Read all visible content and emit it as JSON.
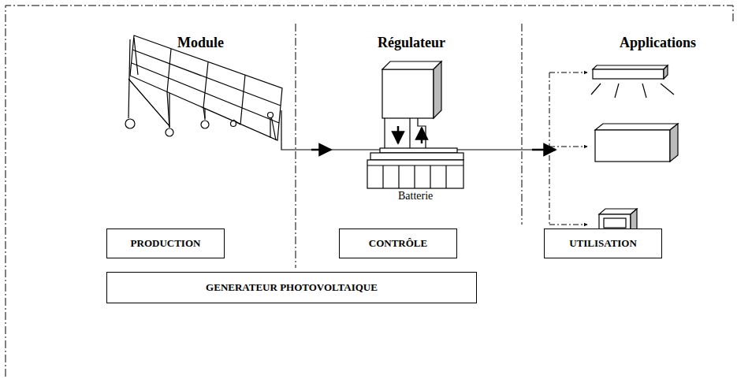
{
  "diagram": {
    "nodes": [
      {
        "text": [
          "PRODUCTION"
        ]
      },
      {
        "text": [
          "CONTRÔLE"
        ]
      },
      {
        "text": [
          "UTILISATION"
        ]
      },
      {
        "text": [
          "GENERATEUR PHOTOVOLTAIQUE"
        ]
      }
    ],
    "labels": [
      "Module",
      "Régulateur",
      "Applications",
      "Batterie"
    ]
  }
}
